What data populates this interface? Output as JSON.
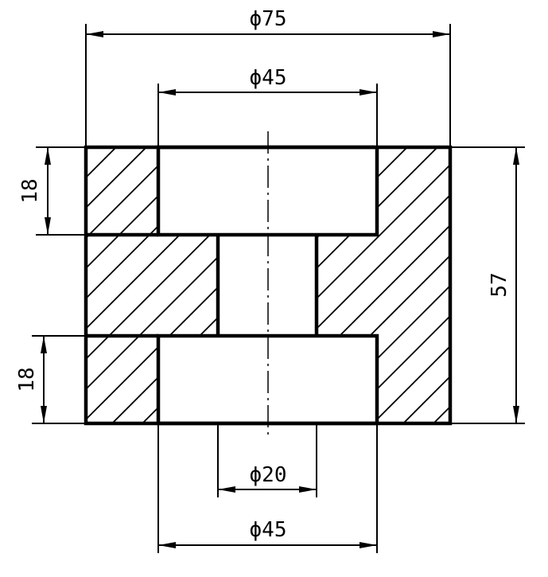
{
  "dimensions": {
    "outer_diameter": "ϕ75",
    "top_counterbore_diameter": "ϕ45",
    "bottom_counterbore_diameter": "ϕ45",
    "through_hole_diameter": "ϕ20",
    "top_counterbore_depth": "18",
    "bottom_counterbore_depth": "18",
    "total_height": "57"
  },
  "colors": {
    "line": "#000000",
    "background": "#ffffff"
  }
}
